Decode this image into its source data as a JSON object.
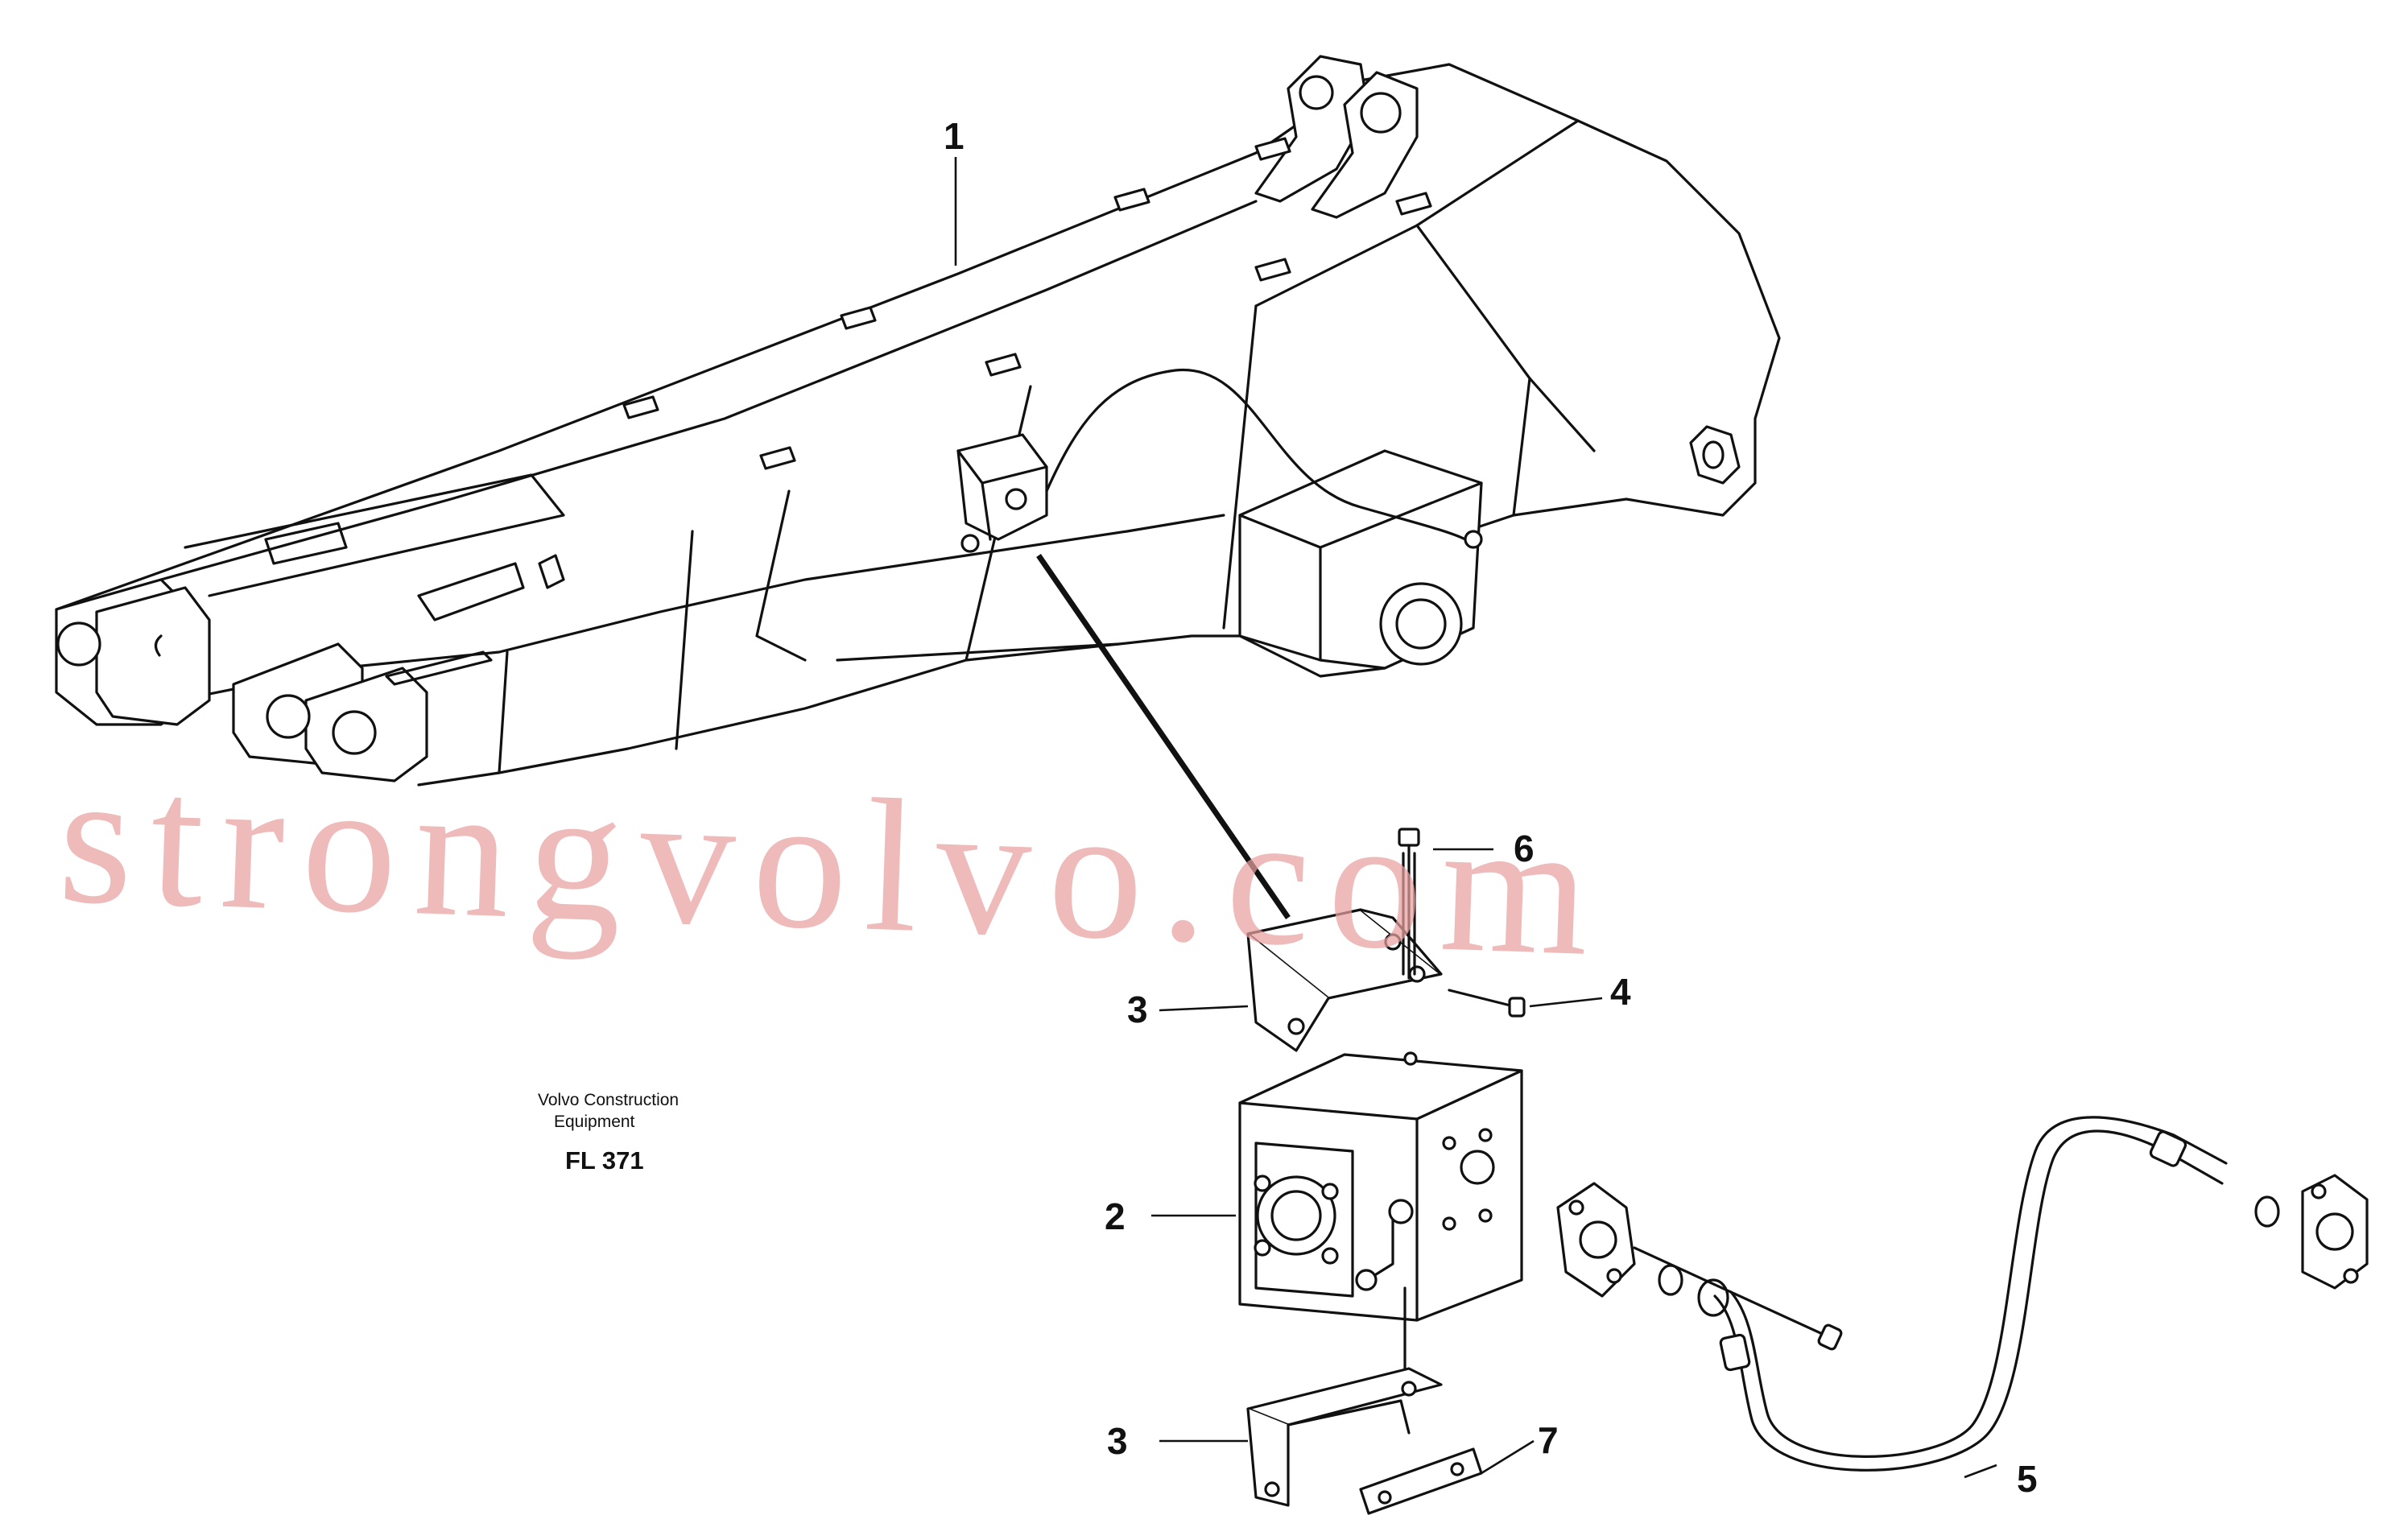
{
  "diagram": {
    "caption": {
      "line1": "Volvo Construction",
      "line2": "Equipment",
      "code": "FL 371"
    },
    "callouts": [
      {
        "id": "1",
        "text": "1"
      },
      {
        "id": "2",
        "text": "2"
      },
      {
        "id": "3a",
        "text": "3"
      },
      {
        "id": "3b",
        "text": "3"
      },
      {
        "id": "4",
        "text": "4"
      },
      {
        "id": "5",
        "text": "5"
      },
      {
        "id": "6",
        "text": "6"
      },
      {
        "id": "7",
        "text": "7"
      }
    ],
    "watermark": "strongvolvo.com",
    "colors": {
      "line": "#111111",
      "watermark": "#e8a0a0",
      "background": "#ffffff"
    }
  }
}
